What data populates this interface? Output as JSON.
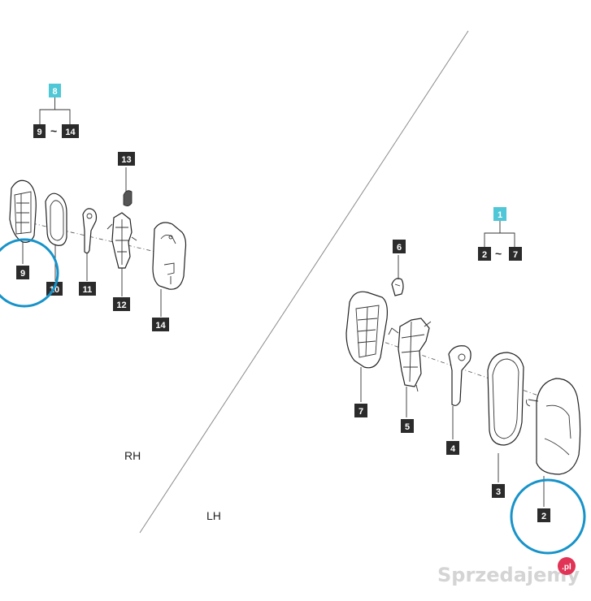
{
  "labels": {
    "top_right": {
      "assembly": "1",
      "range_start": "2",
      "range_sep": "~",
      "range_end": "7"
    },
    "top_left": {
      "assembly": "8",
      "range_start": "9",
      "range_sep": "~",
      "range_end": "14"
    },
    "parts_right": [
      "2",
      "3",
      "4",
      "5",
      "6",
      "7"
    ],
    "parts_left": [
      "9",
      "10",
      "11",
      "12",
      "13",
      "14"
    ]
  },
  "sides": {
    "rh": "RH",
    "lh": "LH"
  },
  "watermark": {
    "brand": "Sprzedajemy",
    "badge": ".pl"
  },
  "colors": {
    "highlight": "#1793c9",
    "assembly_label": "#4fc7d6",
    "part_label": "#2b2b2b"
  }
}
